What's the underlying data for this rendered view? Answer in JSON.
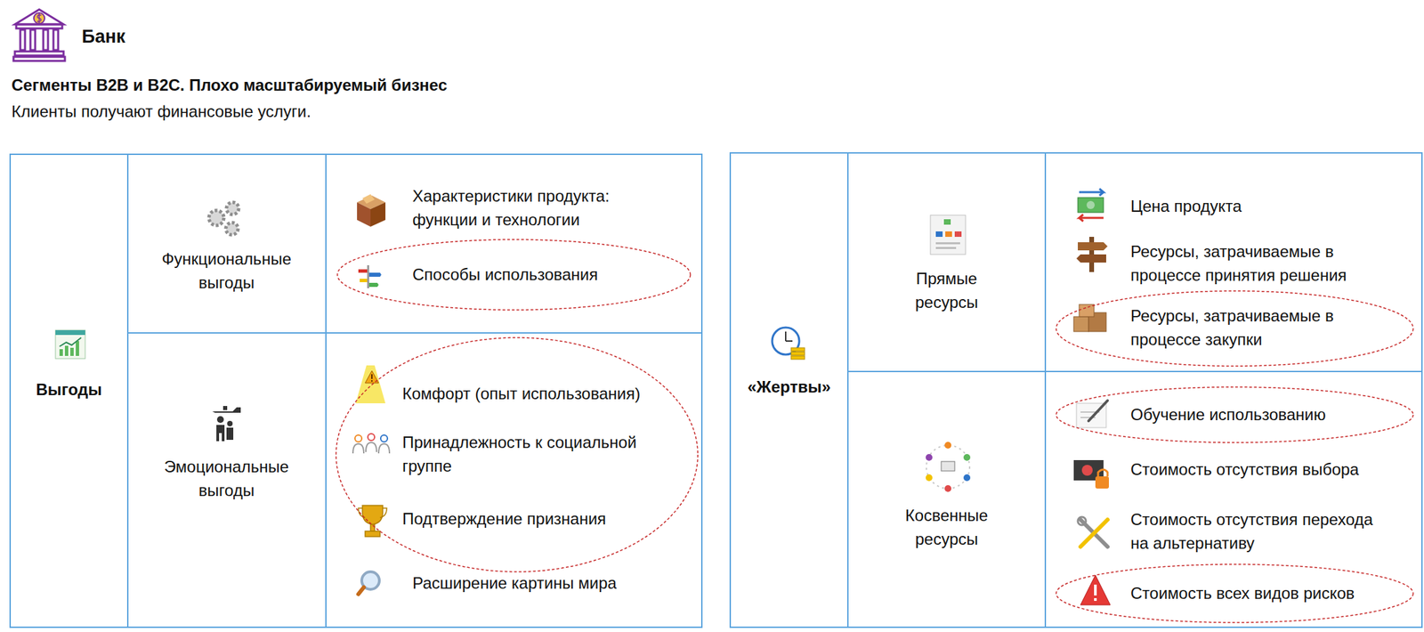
{
  "diagram": {
    "title": "Банк",
    "nodes": [
      {
        "text": [
          "Выгоды"
        ]
      },
      {
        "text": [
          "Функциональные выгоды"
        ],
        "in": 0
      },
      {
        "text": [
          "Эмоциональные выгоды"
        ],
        "in": 0
      },
      {
        "text": [
          "Характеристики продукта: функции и технологии"
        ],
        "in": 0
      },
      {
        "text": [
          "Способы использования"
        ],
        "in": 0
      },
      {
        "text": [
          "Комфорт (опыт использования)",
          "Принадлежность к социальной группе",
          "Подтверждение признания"
        ],
        "in": 0
      },
      {
        "text": [
          "Расширение картины мира"
        ],
        "in": 0
      },
      {
        "text": [
          "«Жертвы»"
        ]
      },
      {
        "text": [
          "Прямые ресурсы"
        ],
        "in": 7
      },
      {
        "text": [
          "Косвенные ресурсы"
        ],
        "in": 7
      },
      {
        "text": [
          "Цена продукта"
        ],
        "in": 7
      },
      {
        "text": [
          "Ресурсы, затрачиваемые в процессе принятия решения"
        ],
        "in": 7
      },
      {
        "text": [
          "Ресурсы, затрачиваемые в процессе закупки"
        ],
        "in": 7
      },
      {
        "text": [
          "Обучение использованию"
        ],
        "in": 7
      },
      {
        "text": [
          "Стоимость отсутствия выбора"
        ],
        "in": 7
      },
      {
        "text": [
          "Стоимость отсутствия перехода на альтернативу"
        ],
        "in": 7
      },
      {
        "text": [
          "Стоимость всех видов рисков"
        ],
        "in": 7
      }
    ],
    "labels": [
      "Сегменты B2B и B2C. Плохо масштабируемый бизнес",
      "Клиенты получают финансовые услуги."
    ]
  }
}
